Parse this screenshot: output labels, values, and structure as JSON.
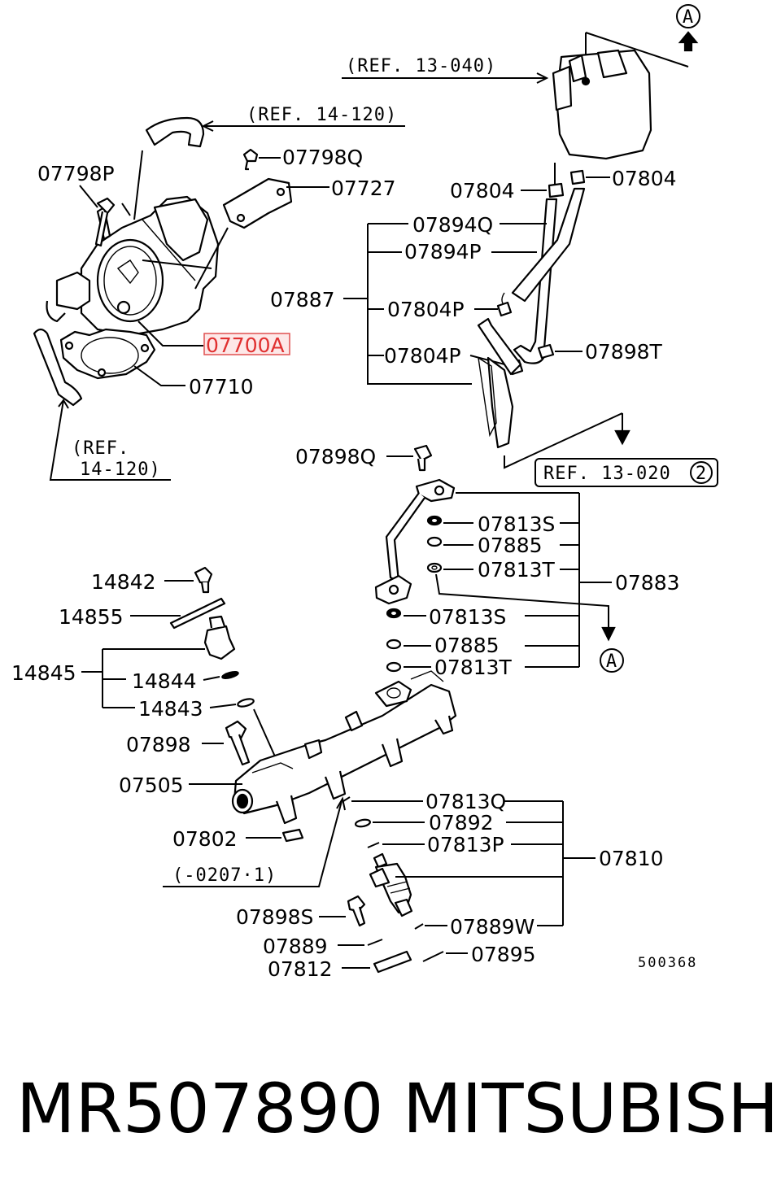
{
  "labels": {
    "ref_13_040": "(REF. 13-040)",
    "ref_14_120_top": "(REF. 14-120)",
    "ref_14_120_left_line1": "(REF.",
    "ref_14_120_left_line2": "14-120)",
    "ref_13_020": "REF. 13-020",
    "ref_13_020_circle": "2",
    "marker_a": "A",
    "p07798Q": "07798Q",
    "p07798P": "07798P",
    "p07727": "07727",
    "p07700A": "07700A",
    "p07710": "07710",
    "p07804_left": "07804",
    "p07804_right": "07804",
    "p07894Q": "07894Q",
    "p07894P": "07894P",
    "p07887": "07887",
    "p07804P_a": "07804P",
    "p07804P_b": "07804P",
    "p07898T": "07898T",
    "p07898Q": "07898Q",
    "p07813S_a": "07813S",
    "p07885_a": "07885",
    "p07813T_a": "07813T",
    "p07883": "07883",
    "p07813S_b": "07813S",
    "p07885_b": "07885",
    "p07813T_b": "07813T",
    "p14842": "14842",
    "p14855": "14855",
    "p14845": "14845",
    "p14844": "14844",
    "p14843": "14843",
    "p07898": "07898",
    "p07505": "07505",
    "p07802": "07802",
    "date_range": "(-0207·1)",
    "p07813Q": "07813Q",
    "p07892": "07892",
    "p07813P": "07813P",
    "p07810": "07810",
    "p07898S": "07898S",
    "p07889W": "07889W",
    "p07889": "07889",
    "p07895": "07895",
    "p07812": "07812",
    "diagram_number": "500368"
  },
  "highlight": {
    "part": "07700A",
    "color": "#e03030"
  },
  "footer": {
    "part_number": "MR507890",
    "brand": "MITSUBISHI"
  }
}
